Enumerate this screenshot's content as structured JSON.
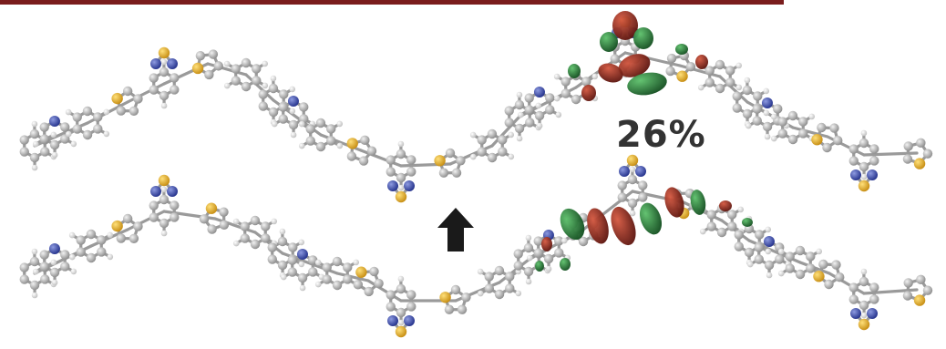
{
  "figure": {
    "percent_label": "26%",
    "frame_bar_color": "#7a1d1d",
    "arrow_color": "#1a1a1a",
    "arrow_direction": "up",
    "atom_colors": {
      "carbon": "#a9a9a9",
      "hydrogen": "#e6e6e6",
      "nitrogen": "#3344aa",
      "sulfur": "#e8b020",
      "orbital_positive": "#7a1c14",
      "orbital_negative": "#1b6b2a"
    },
    "molecules": [
      "upper-oligomer",
      "lower-oligomer"
    ],
    "orbital_lobes": [
      "localized-orbital-upper",
      "delocalized-orbital-lower"
    ]
  }
}
